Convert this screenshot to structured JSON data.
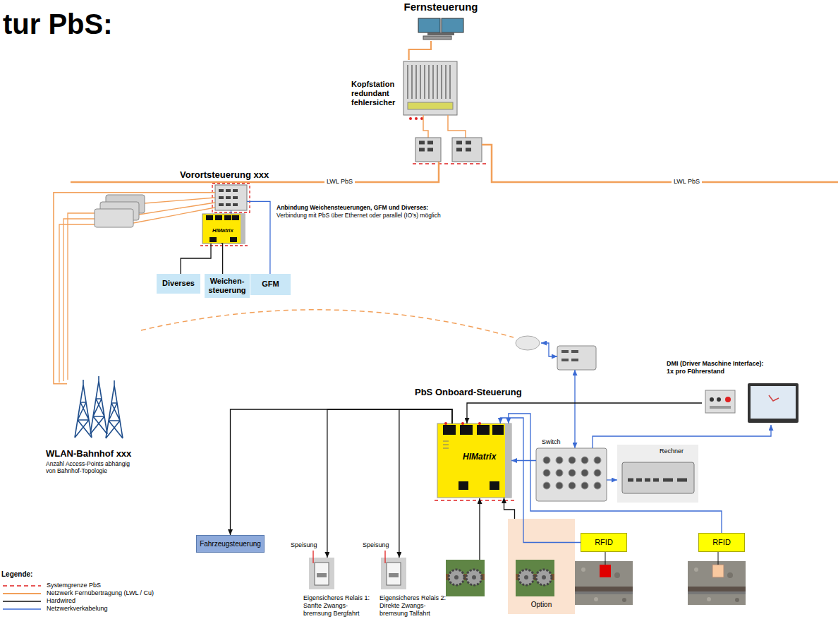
{
  "diagram": {
    "title": "tur PbS:",
    "nodes": [
      {
        "text": [
          "Fernsteuerung"
        ]
      },
      {
        "text": [
          "Kopfstation redundant fehlersicher"
        ]
      },
      {
        "text": [
          "Vorortsteuerung xxx"
        ]
      },
      {
        "text": [
          "HIMatrix"
        ]
      },
      {
        "text": [
          "Diverses"
        ]
      },
      {
        "text": [
          "Weichen- steuerung"
        ]
      },
      {
        "text": [
          "GFM"
        ]
      },
      {
        "text": [
          "WLAN-Bahnhof xxx",
          "Anzahl Access-Points abhängig von Bahnhof-Topologie"
        ]
      },
      {
        "text": [
          "PbS Onboard-Steuerung",
          "HIMatrix"
        ]
      },
      {
        "text": [
          "Switch"
        ]
      },
      {
        "text": [
          "Rechner"
        ]
      },
      {
        "text": [
          "DMI (Driver Maschine Interface): 1x pro Führerstand"
        ]
      },
      {
        "text": [
          "Fahrzeugsteuerung"
        ]
      },
      {
        "text": [
          "Eigensicheres Relais 1: Sanfte Zwangs- bremsung Bergfahrt"
        ]
      },
      {
        "text": [
          "Eigensicheres Relais 2: Direkte Zwangs- bremsung Talfahrt"
        ]
      },
      {
        "text": [
          "Option"
        ]
      },
      {
        "text": [
          "RFID"
        ]
      },
      {
        "text": [
          "RFID"
        ]
      }
    ],
    "edges": [
      {
        "from": 1,
        "to": 0,
        "arrow": "none"
      },
      {
        "from": 2,
        "to": 3,
        "arrow": "none"
      },
      {
        "from": 3,
        "to": 4,
        "arrow": "none"
      },
      {
        "from": 3,
        "to": 5,
        "arrow": "none"
      },
      {
        "from": 2,
        "to": 6,
        "arrow": "none"
      },
      {
        "from": 2,
        "to": 7,
        "arrow": "none"
      },
      {
        "from": 8,
        "to": 12,
        "arrow": "to"
      },
      {
        "from": 8,
        "to": 13,
        "arrow": "to"
      },
      {
        "from": 8,
        "to": 14,
        "arrow": "to"
      },
      {
        "from": 15,
        "to": 8,
        "arrow": "to"
      },
      {
        "from": 16,
        "to": 8,
        "arrow": "to"
      },
      {
        "from": 17,
        "to": 8,
        "arrow": "to"
      },
      {
        "from": 11,
        "to": 8,
        "arrow": "to"
      },
      {
        "from": 9,
        "to": 8,
        "arrow": "to"
      },
      {
        "from": 9,
        "to": 10,
        "arrow": "to"
      },
      {
        "from": 9,
        "to": 11,
        "arrow": "to"
      }
    ],
    "labels": [
      "LWL PbS",
      "LWL PbS",
      "Anbindung Weichensteuerungen, GFM und Diverses:",
      "Verbindung mit PbS über Ethernet oder parallel (IO's) möglich",
      "Speisung",
      "Speisung",
      "Legende:"
    ],
    "legend": [
      {
        "text": "Systemgrenze PbS"
      },
      {
        "text": "Netzwerk Fernübertragung (LWL / Cu)"
      },
      {
        "text": "Hardwired"
      },
      {
        "text": "Netzwerkverkabelung"
      }
    ]
  }
}
